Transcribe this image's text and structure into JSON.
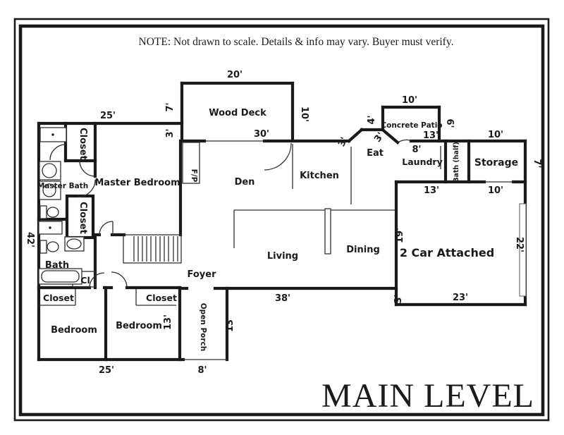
{
  "note": "NOTE: Not drawn to scale.  Details & info may vary. Buyer must verify.",
  "title": "MAIN LEVEL",
  "colors": {
    "ink": "#1b1b1b",
    "paper": "#ffffff"
  },
  "rooms": {
    "wood_deck": "Wood Deck",
    "master_bedroom": "Master Bedroom",
    "master_bath": "Master Bath",
    "closet_top": "Closet",
    "closet_mid": "Closet",
    "bath": "Bath",
    "cl": "Cl",
    "closet_bl": "Closet",
    "closet_br": "Closet",
    "bedroom_left": "Bedroom",
    "bedroom_right": "Bedroom",
    "open_porch": "Open Porch",
    "foyer": "Foyer",
    "fp": "F/P",
    "den": "Den",
    "kitchen": "Kitchen",
    "eat": "Eat",
    "living": "Living",
    "dining": "Dining",
    "concrete_patio": "Concrete Patio",
    "laundry": "Laundry",
    "bath_half": "Bath (half)",
    "storage": "Storage",
    "garage": "2 Car Attached"
  },
  "dimensions": {
    "deck_top": "20'",
    "deck_left": "7'",
    "deck_left_lower": "3'",
    "deck_right": "10'",
    "deck_bottom": "30'",
    "left_wing_top": "25'",
    "left_wing_side": "42'",
    "left_wing_bottom": "25'",
    "patio_top": "10'",
    "patio_left": "4'",
    "patio_right": "6'",
    "patio_bottom": "13'",
    "eat_wall": "3'",
    "eat_door": "3'",
    "laundry_top": "8'",
    "storage_top": "10'",
    "storage_right": "7'",
    "garage_top_left": "13'",
    "garage_top_right": "10'",
    "garage_left": "19'",
    "garage_right": "22'",
    "garage_bottom": "23'",
    "garage_jog": "3'",
    "house_bottom": "38'",
    "bedroom_side": "13'",
    "porch_side": "13'",
    "porch_bottom": "8'"
  }
}
